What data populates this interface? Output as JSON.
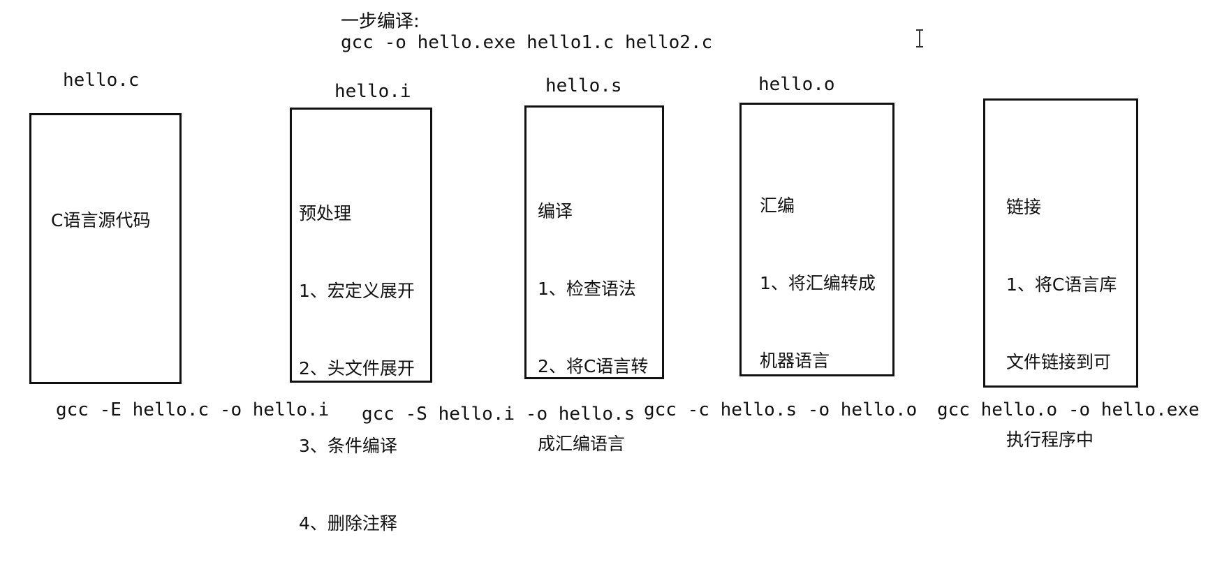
{
  "one_step": {
    "title": "一步编译:",
    "command": "gcc -o hello.exe hello1.c hello2.c"
  },
  "stages": [
    {
      "file_label": "hello.c",
      "lines": [
        "C语言源代码"
      ],
      "command": "gcc -E hello.c -o hello.i"
    },
    {
      "file_label": "hello.i",
      "lines": [
        "预处理",
        "1、宏定义展开",
        "2、头文件展开",
        "3、条件编译",
        "4、删除注释"
      ],
      "command": "gcc -S hello.i -o hello.s"
    },
    {
      "file_label": "hello.s",
      "lines": [
        "编译",
        "1、检查语法",
        "2、将C语言转",
        "成汇编语言"
      ],
      "command": "gcc -c hello.s -o hello.o"
    },
    {
      "file_label": "hello.o",
      "lines": [
        "汇编",
        "1、将汇编转成",
        "机器语言"
      ],
      "command": "gcc hello.o -o hello.exe"
    },
    {
      "file_label": "",
      "lines": [
        "链接",
        "1、将C语言库",
        "文件链接到可",
        "执行程序中"
      ],
      "command": ""
    }
  ]
}
